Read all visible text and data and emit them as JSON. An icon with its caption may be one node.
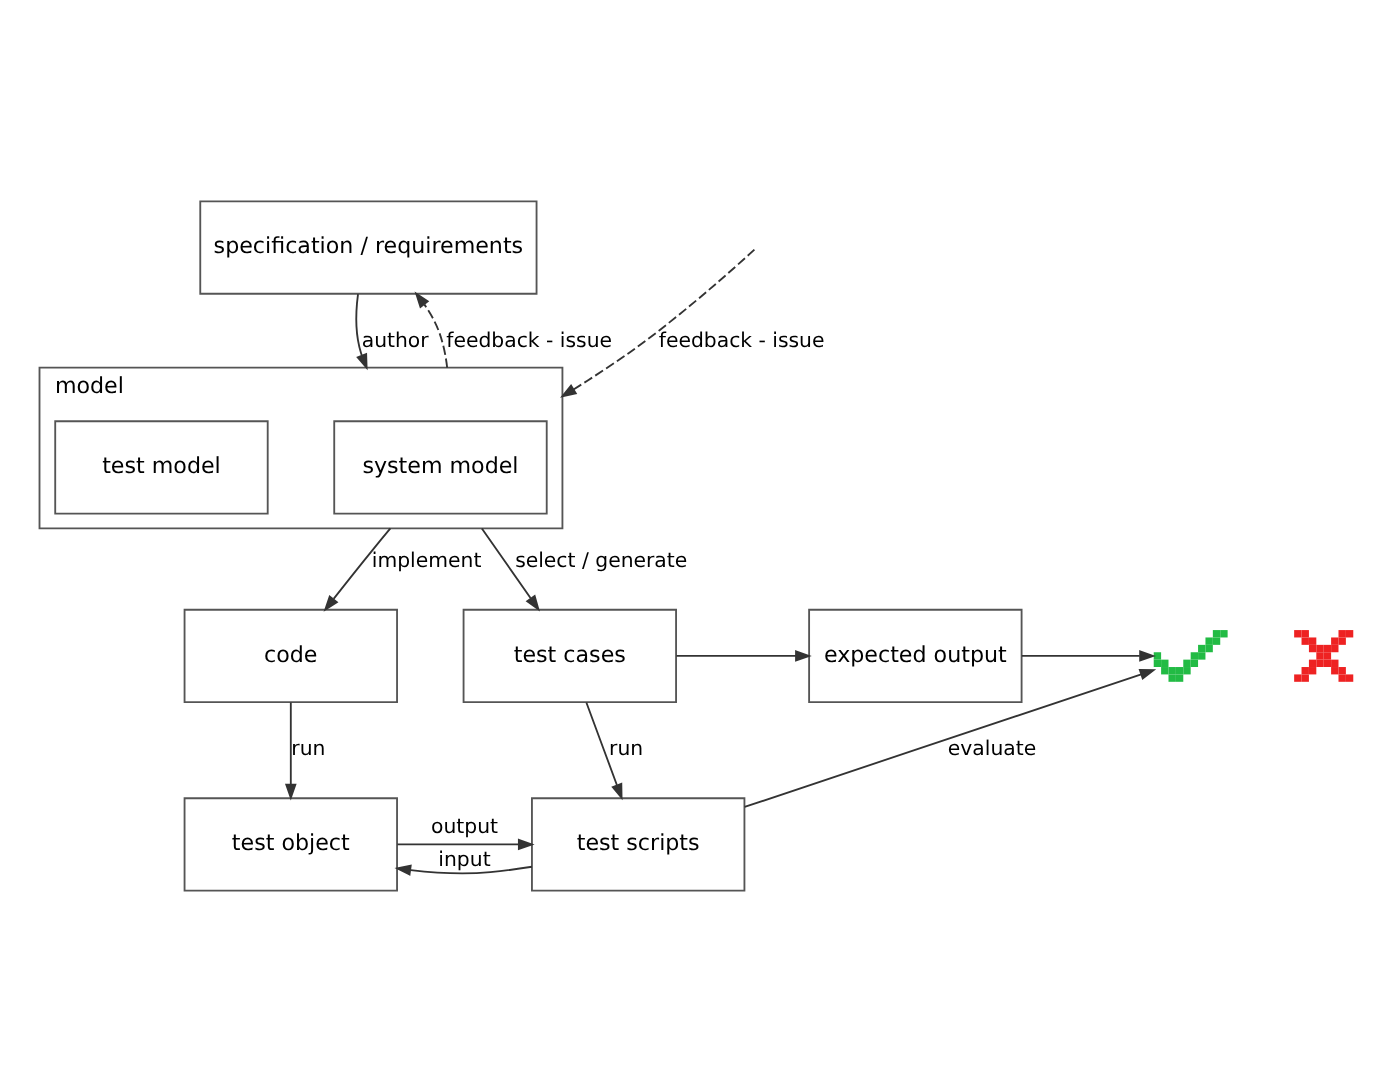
{
  "diagram": {
    "nodes": [
      {
        "text": [
          "specification / requirements"
        ]
      },
      {
        "text": [
          "model"
        ]
      },
      {
        "text": [
          "system model"
        ],
        "in": 1
      },
      {
        "text": [
          "test model"
        ],
        "in": 1
      },
      {
        "text": [
          "code"
        ]
      },
      {
        "text": [
          "test cases"
        ]
      },
      {
        "text": [
          "expected output"
        ]
      },
      {
        "text": [],
        "shape": "picture"
      },
      {
        "text": [],
        "shape": "picture"
      },
      {
        "text": [
          "test object"
        ]
      },
      {
        "text": [
          "test scripts"
        ]
      }
    ],
    "edges": [
      {
        "from": 0,
        "to": 1,
        "arrow": "to",
        "label": "author"
      },
      {
        "from": 1,
        "to": 0,
        "arrow": "to",
        "label": "feedback - issue",
        "style": "dashed"
      },
      {
        "from": null,
        "to": 1,
        "arrow": "to",
        "label": "feedback - issue",
        "style": "dashed"
      },
      {
        "from": 1,
        "to": 4,
        "arrow": "to",
        "label": "implement"
      },
      {
        "from": 1,
        "to": 5,
        "arrow": "to",
        "label": "select / generate"
      },
      {
        "from": 5,
        "to": 6,
        "arrow": "to"
      },
      {
        "from": 6,
        "to": 7,
        "arrow": "to"
      },
      {
        "from": 4,
        "to": 9,
        "arrow": "to",
        "label": "run"
      },
      {
        "from": 5,
        "to": 10,
        "arrow": "to",
        "label": "run"
      },
      {
        "from": 10,
        "to": 9,
        "arrow": "to",
        "label": "input"
      },
      {
        "from": 9,
        "to": 10,
        "arrow": "to",
        "label": "output"
      },
      {
        "from": 10,
        "to": 7,
        "arrow": "to",
        "label": "evaluate"
      }
    ]
  }
}
